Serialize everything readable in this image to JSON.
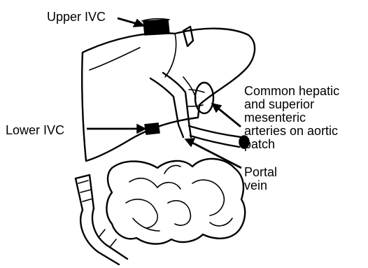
{
  "labels": {
    "upper_ivc": "Upper IVC",
    "lower_ivc": "Lower IVC",
    "arteries": [
      "Common hepatic",
      "and superior",
      "mesenteric",
      "arteries on aortic",
      "patch"
    ],
    "portal": [
      "Portal",
      "vein"
    ]
  },
  "colors": {
    "ink": "#000000",
    "background": "#ffffff"
  }
}
